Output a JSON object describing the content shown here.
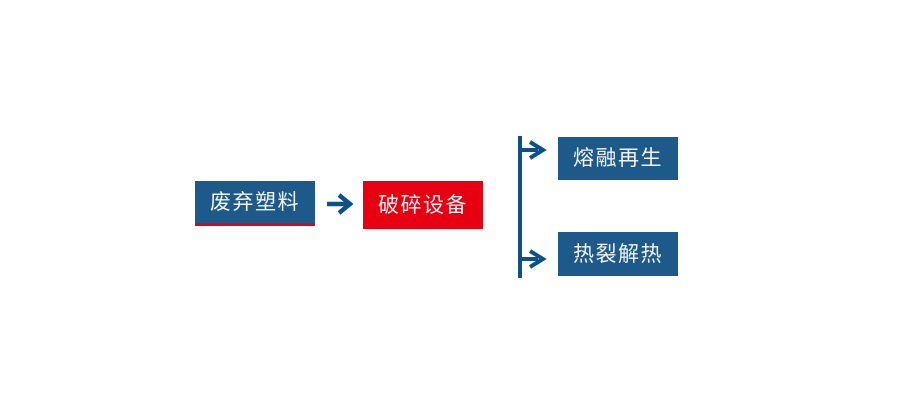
{
  "diagram": {
    "nodes": {
      "waste_plastic": {
        "label": "废弃塑料"
      },
      "crushing_equipment": {
        "label": "破碎设备"
      },
      "melt_regeneration": {
        "label": "熔融再生"
      },
      "pyrolysis_heat": {
        "label": "热裂解热"
      }
    },
    "connections": [
      {
        "from": "waste_plastic",
        "to": "crushing_equipment",
        "icon": "arrow-right-icon"
      },
      {
        "from": "branch_line",
        "to": "melt_regeneration",
        "icon": "arrow-right-icon"
      },
      {
        "from": "branch_line",
        "to": "pyrolysis_heat",
        "icon": "arrow-right-icon"
      }
    ],
    "colors": {
      "node_blue": "#1d5a89",
      "node_red": "#e60012",
      "underline_red": "#e60012",
      "connector_blue": "#0e5187",
      "label_text": "#f2f2f2",
      "background": "#ffffff"
    },
    "icons": {
      "arrow_glyph": "→"
    }
  }
}
